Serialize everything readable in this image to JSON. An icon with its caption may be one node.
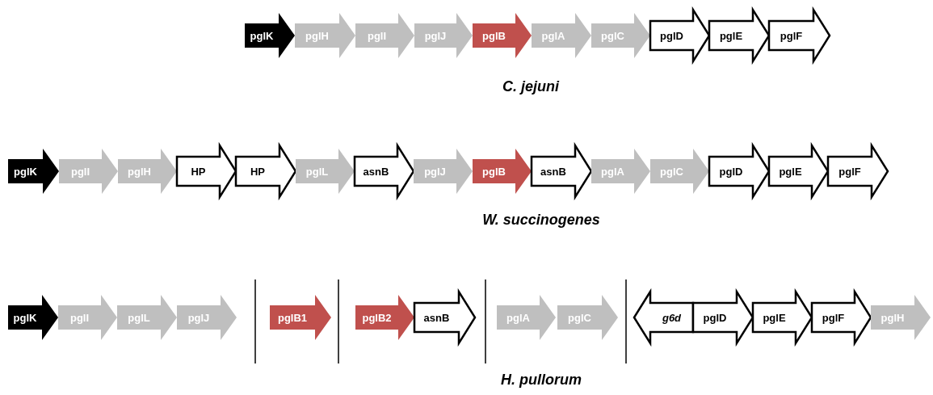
{
  "diagram": {
    "nodes": [
      {
        "text": [
          "pglK"
        ]
      },
      {
        "text": [
          "pglH"
        ]
      },
      {
        "text": [
          "pglI"
        ]
      },
      {
        "text": [
          "pglJ"
        ]
      },
      {
        "text": [
          "pglB"
        ]
      },
      {
        "text": [
          "pglA"
        ]
      },
      {
        "text": [
          "pglC"
        ]
      },
      {
        "text": [
          "pglD"
        ]
      },
      {
        "text": [
          "pglE"
        ]
      },
      {
        "text": [
          "pglF"
        ]
      },
      {
        "text": [
          "pglK"
        ]
      },
      {
        "text": [
          "pglI"
        ]
      },
      {
        "text": [
          "pglH"
        ]
      },
      {
        "text": [
          "HP"
        ]
      },
      {
        "text": [
          "HP"
        ]
      },
      {
        "text": [
          "pglL"
        ]
      },
      {
        "text": [
          "asnB"
        ]
      },
      {
        "text": [
          "pglJ"
        ]
      },
      {
        "text": [
          "pglB"
        ]
      },
      {
        "text": [
          "asnB"
        ]
      },
      {
        "text": [
          "pglA"
        ]
      },
      {
        "text": [
          "pglC"
        ]
      },
      {
        "text": [
          "pglD"
        ]
      },
      {
        "text": [
          "pglE"
        ]
      },
      {
        "text": [
          "pglF"
        ]
      },
      {
        "text": [
          "pglK"
        ]
      },
      {
        "text": [
          "pglI"
        ]
      },
      {
        "text": [
          "pglL"
        ]
      },
      {
        "text": [
          "pglJ"
        ]
      },
      {
        "text": [
          "pglB1"
        ]
      },
      {
        "text": [
          "pglB2"
        ]
      },
      {
        "text": [
          "asnB"
        ]
      },
      {
        "text": [
          "pglA"
        ]
      },
      {
        "text": [
          "pglC"
        ]
      },
      {
        "text": [
          "g6d"
        ]
      },
      {
        "text": [
          "pglD"
        ]
      },
      {
        "text": [
          "pglE"
        ]
      },
      {
        "text": [
          "pglF"
        ]
      },
      {
        "text": [
          "pglH"
        ]
      }
    ],
    "labels": [
      "C. jejuni",
      "W. succinogenes",
      "H. pullorum"
    ]
  }
}
